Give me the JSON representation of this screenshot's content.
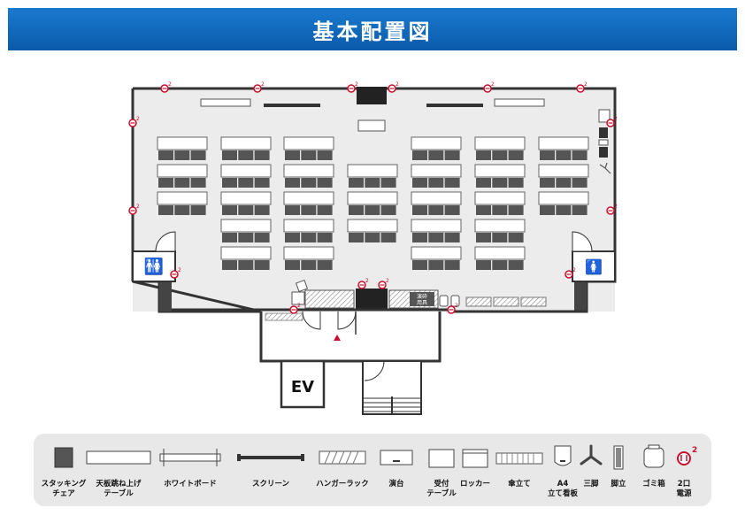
{
  "title": "基本配置図",
  "ev_label": "EV",
  "counter_label_1": "演砕",
  "counter_label_2": "用具",
  "outlet_sup": "2",
  "colors": {
    "title_bar": "#0b5aaa",
    "outlet": "#c8102e",
    "wall": "#333333",
    "floor": "#ececec"
  },
  "legend": [
    {
      "label": "スタッキング\nチェア",
      "icon": "stacking-chair-icon"
    },
    {
      "label": "天板跳ね上げ\nテーブル",
      "icon": "flip-top-table-icon"
    },
    {
      "label": "ホワイトボード",
      "icon": "whiteboard-icon"
    },
    {
      "label": "スクリーン",
      "icon": "screen-icon"
    },
    {
      "label": "ハンガーラック",
      "icon": "hanger-rack-icon"
    },
    {
      "label": "演台",
      "icon": "podium-icon"
    },
    {
      "label": "受付\nテーブル",
      "icon": "reception-table-icon"
    },
    {
      "label": "ロッカー",
      "icon": "locker-icon"
    },
    {
      "label": "傘立て",
      "icon": "umbrella-stand-icon"
    },
    {
      "label": "A4\n立て看板",
      "icon": "a4-sign-icon"
    },
    {
      "label": "三脚",
      "icon": "tripod-icon"
    },
    {
      "label": "脚立",
      "icon": "stepladder-icon"
    },
    {
      "label": "ゴミ箱",
      "icon": "trash-can-icon"
    },
    {
      "label": "2口\n電源",
      "icon": "outlet-icon"
    }
  ]
}
